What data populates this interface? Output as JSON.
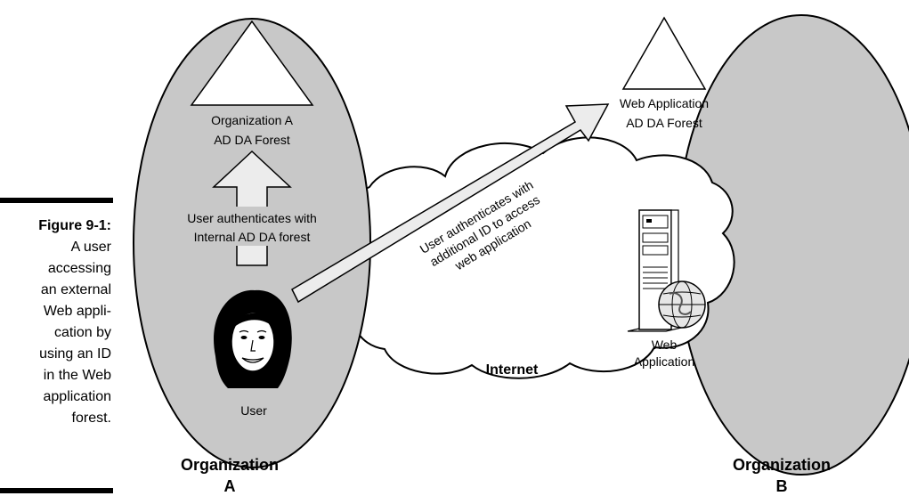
{
  "figure": {
    "label": "Figure 9-1:",
    "caption_lines": [
      "A user",
      "accessing",
      "an external",
      "Web appli-",
      "cation by",
      "using an ID",
      "in the Web",
      "application",
      "forest."
    ]
  },
  "org_a": {
    "forest_label_1": "Organization A",
    "forest_label_2": "AD DA Forest",
    "auth_label_1": "User authenticates with",
    "auth_label_2": "Internal AD DA forest",
    "user_label": "User",
    "name_line_1": "Organization",
    "name_line_2": "A"
  },
  "internet": {
    "label": "Internet",
    "auth_label_1": "User authenticates with",
    "auth_label_2": "additional ID to access",
    "auth_label_3": "web application"
  },
  "org_b": {
    "forest_label_1": "Web Application",
    "forest_label_2": "AD DA Forest",
    "server_label_1": "Web",
    "server_label_2": "Application",
    "name_line_1": "Organization",
    "name_line_2": "B"
  },
  "colors": {
    "fill_gray": "#c8c8c8",
    "stroke": "#000000",
    "white": "#ffffff"
  }
}
